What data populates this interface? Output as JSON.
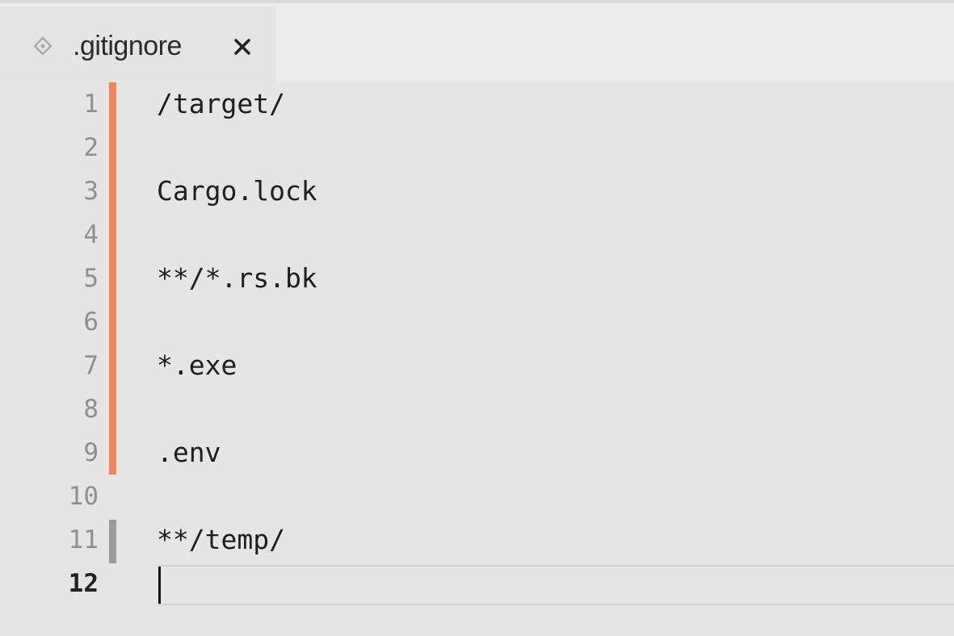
{
  "tab": {
    "label": ".gitignore",
    "icon": "git-diamond-icon",
    "close_icon": "close-icon"
  },
  "colors": {
    "modified_bar": "#f0845c",
    "added_bar": "#9a9aa2"
  },
  "lines": [
    {
      "number": "1",
      "text": "/target/"
    },
    {
      "number": "2",
      "text": ""
    },
    {
      "number": "3",
      "text": "Cargo.lock"
    },
    {
      "number": "4",
      "text": ""
    },
    {
      "number": "5",
      "text": "**/*.rs.bk"
    },
    {
      "number": "6",
      "text": ""
    },
    {
      "number": "7",
      "text": "*.exe"
    },
    {
      "number": "8",
      "text": ""
    },
    {
      "number": "9",
      "text": ".env"
    },
    {
      "number": "10",
      "text": ""
    },
    {
      "number": "11",
      "text": "**/temp/"
    },
    {
      "number": "12",
      "text": ""
    }
  ],
  "active_line": "12"
}
